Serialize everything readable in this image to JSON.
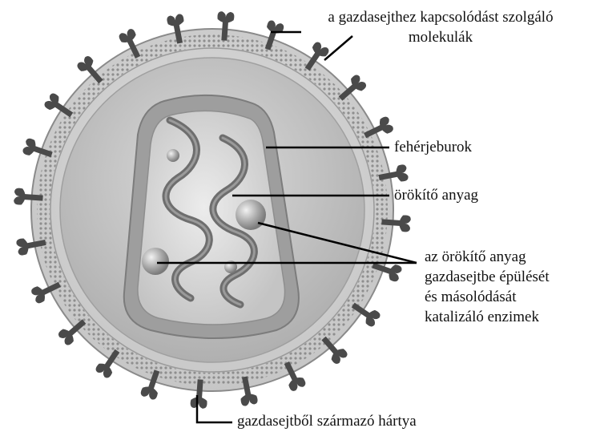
{
  "labels": {
    "receptors_line1": "a gazdasejthez kapcsolódást szolgáló",
    "receptors_line2": "molekulák",
    "protein_coat": "fehérjeburok",
    "genetic_material": "örökítő anyag",
    "enzymes_line1": "az örökítő anyag",
    "enzymes_line2": "gazdasejtbe épülését",
    "enzymes_line3": "és másolódását",
    "enzymes_line4": "katalizáló enzimek",
    "membrane": "gazdasejtből származó hártya"
  },
  "colors": {
    "background": "#ffffff",
    "outer_envelope": "#d8d8d8",
    "lipid_dots": "#9a9a9a",
    "inner_ring": "#b9b9b9",
    "matrix": "#c8c8c8",
    "capsid_outer": "#9d9d9d",
    "capsid_inner": "#c2c2c2",
    "core": "#d9d9d9",
    "rna": "#6e6e6e",
    "spike": "#4a4a4a",
    "leader_line": "#000000",
    "text": "#111111"
  }
}
